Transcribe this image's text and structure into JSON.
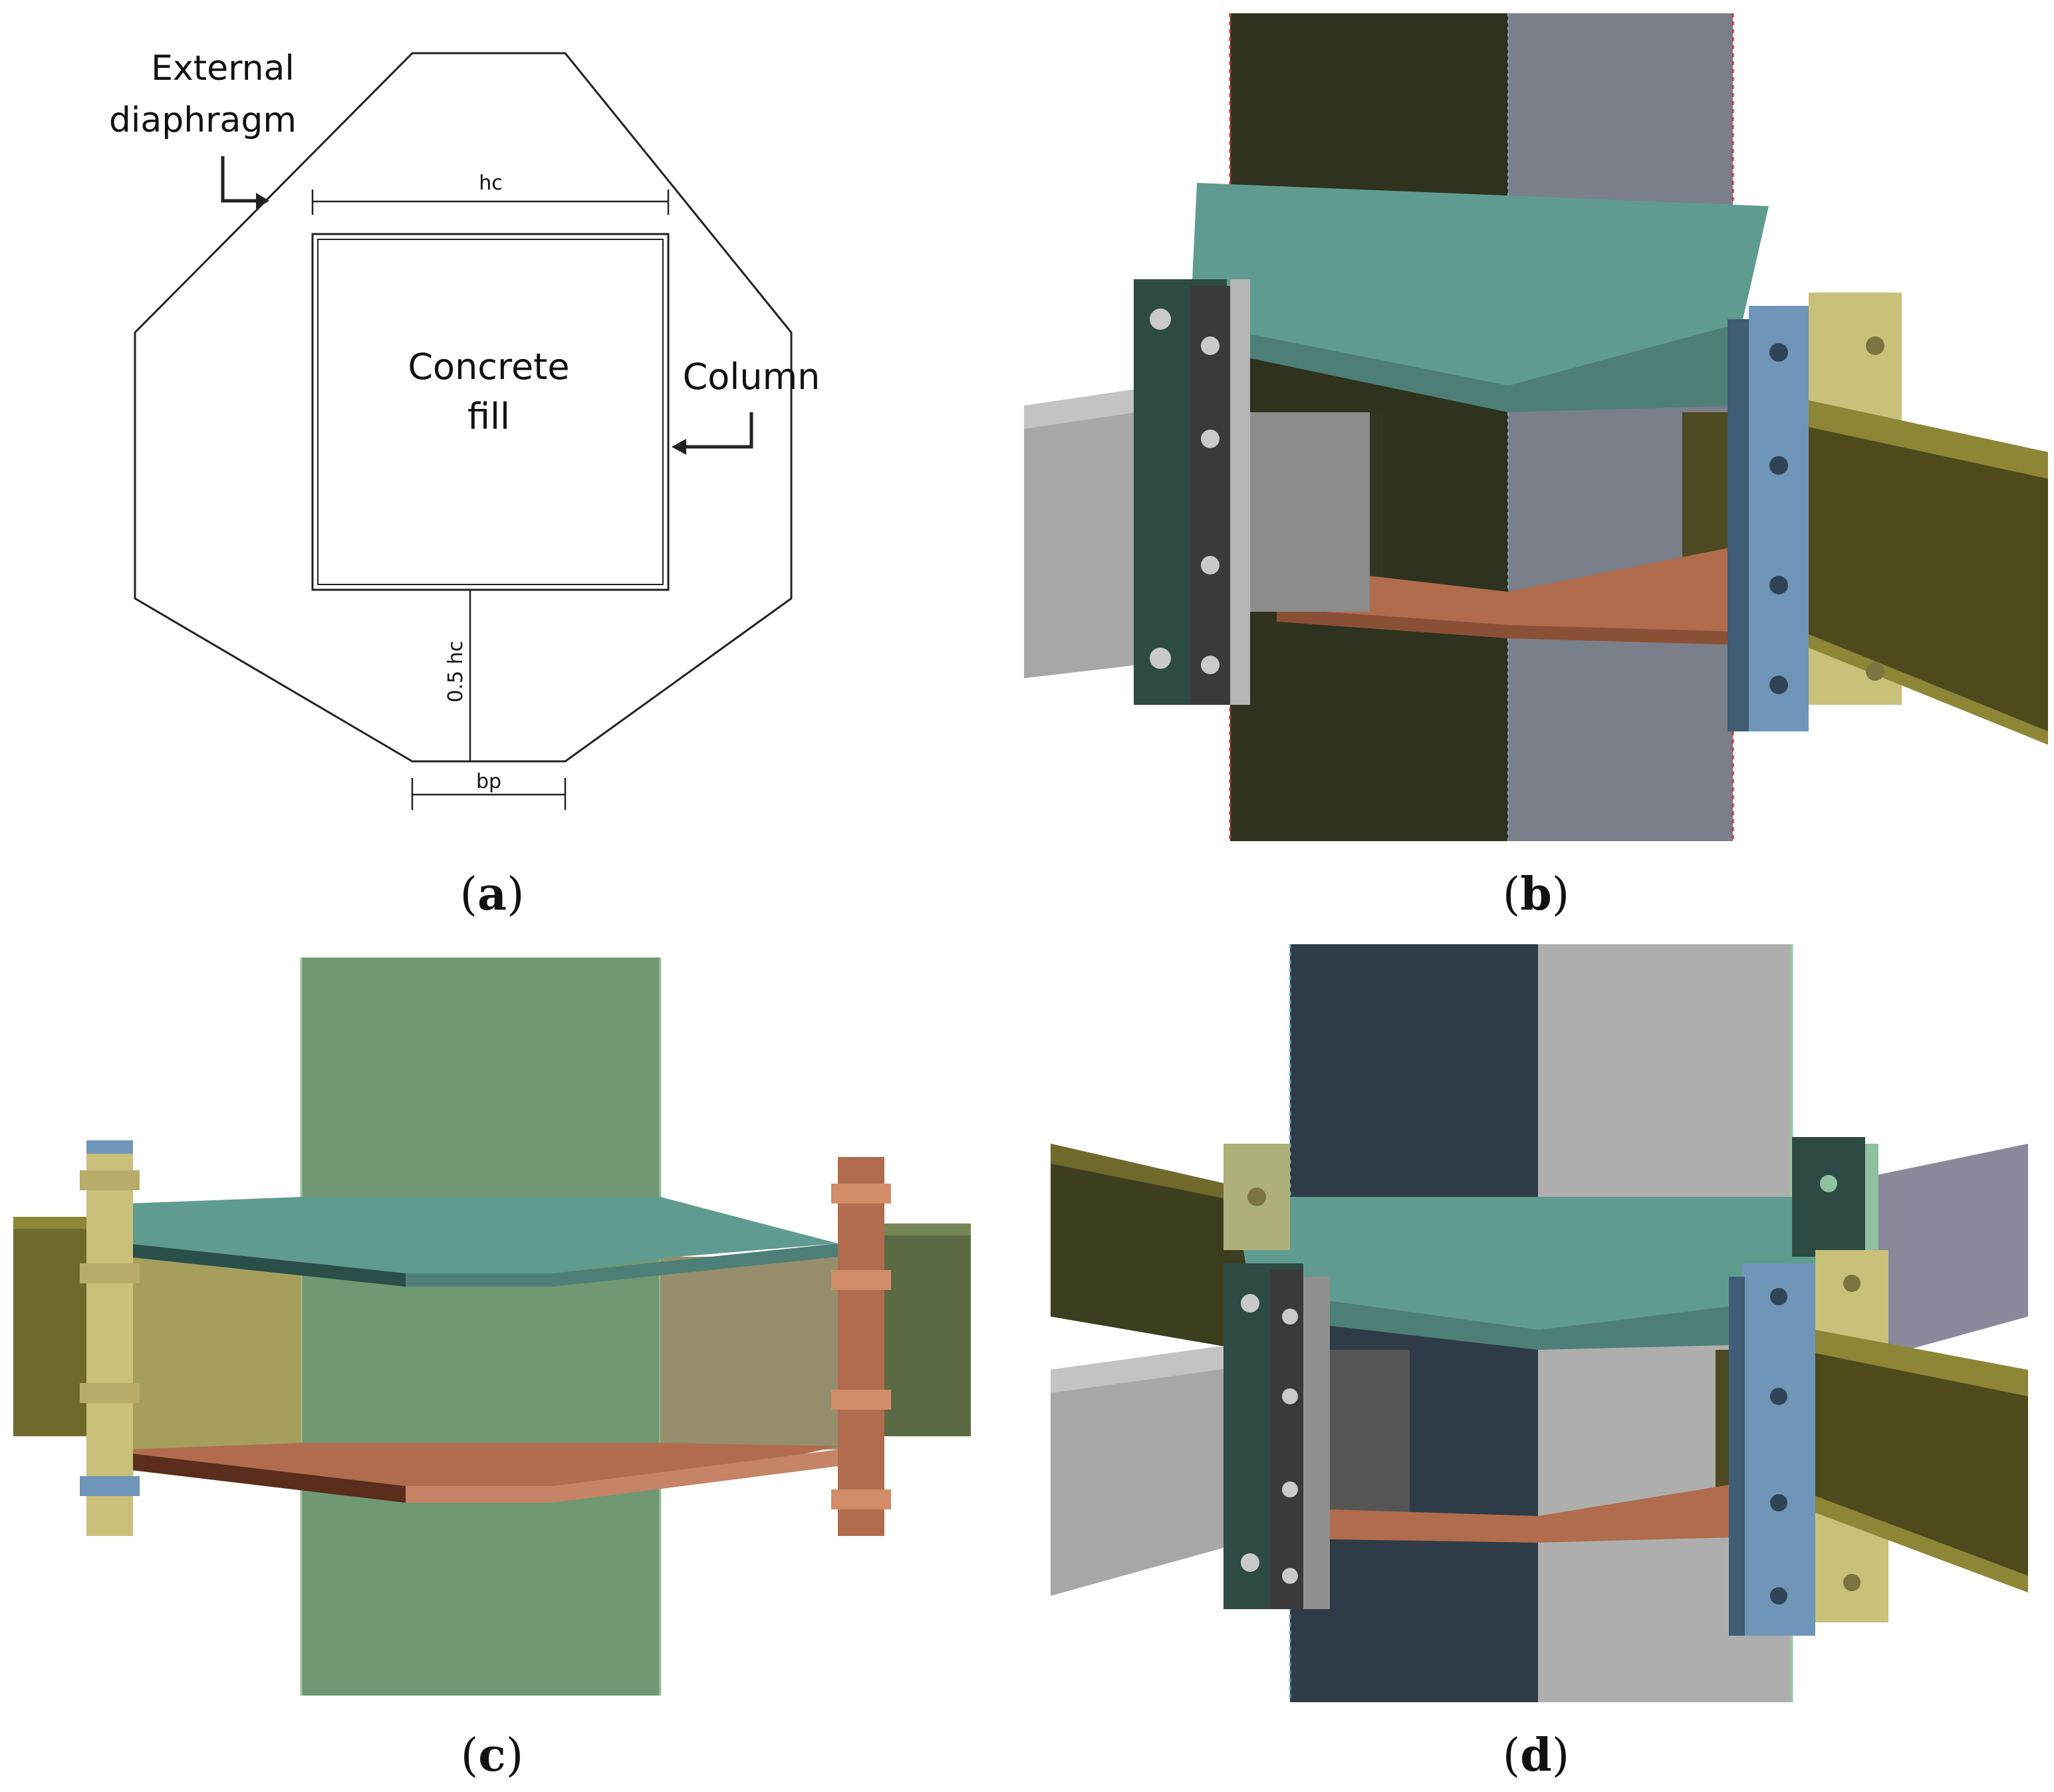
{
  "panel_a": {
    "label_external_line1": "External",
    "label_external_line2": "diaphragm",
    "label_concrete_line1": "Concrete",
    "label_concrete_line2": "fill",
    "label_column": "Column",
    "dim_hc": "hc",
    "dim_half_hc": "0.5 hc",
    "dim_bp": "bp"
  },
  "captions": {
    "a": "a",
    "b": "b",
    "c": "c",
    "d": "d"
  },
  "colors": {
    "line": "#222222",
    "teal_diaphragm": "#5f9c8f",
    "copper_diaphragm": "#b06c4c",
    "col_dark_b": "#2f321f",
    "col_light_b": "#7b7f8a",
    "col_green_c": "#6f9873",
    "col_dark_d": "#2f3c48",
    "col_light_d": "#aeaeae",
    "steel_blue": "#6f95b8",
    "olive": "#6f6a2c",
    "khaki": "#c9c07a"
  }
}
